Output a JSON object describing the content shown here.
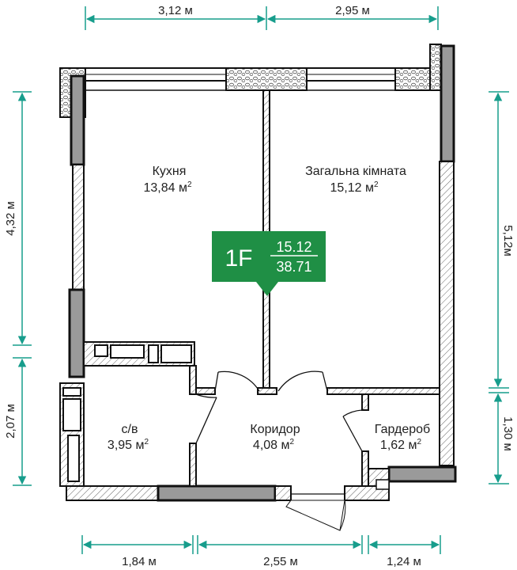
{
  "colors": {
    "accent": "#179d8c",
    "badge": "#1f8f45",
    "wall": "#111111",
    "wall_fill": "#9a9a9a"
  },
  "dimensions": {
    "top_left": "3,12 м",
    "top_right": "2,95 м",
    "left_upper": "4,32 м",
    "left_lower": "2,07 м",
    "right_upper": "5,12м",
    "right_lower": "1,30 м",
    "bottom_left": "1,84 м",
    "bottom_middle": "2,55 м",
    "bottom_right": "1,24 м"
  },
  "rooms": {
    "kitchen": {
      "name": "Кухня",
      "area": "13,84 м",
      "unit_sup": "2"
    },
    "living": {
      "name": "Загальна кімната",
      "area": "15,12 м",
      "unit_sup": "2"
    },
    "bathroom": {
      "name": "с/в",
      "area": "3,95 м",
      "unit_sup": "2"
    },
    "corridor": {
      "name": "Коридор",
      "area": "4,08 м",
      "unit_sup": "2"
    },
    "wardrobe": {
      "name": "Гардероб",
      "area": "1,62 м",
      "unit_sup": "2"
    }
  },
  "badge": {
    "type": "1F",
    "living_area": "15.12",
    "total_area": "38.71"
  }
}
